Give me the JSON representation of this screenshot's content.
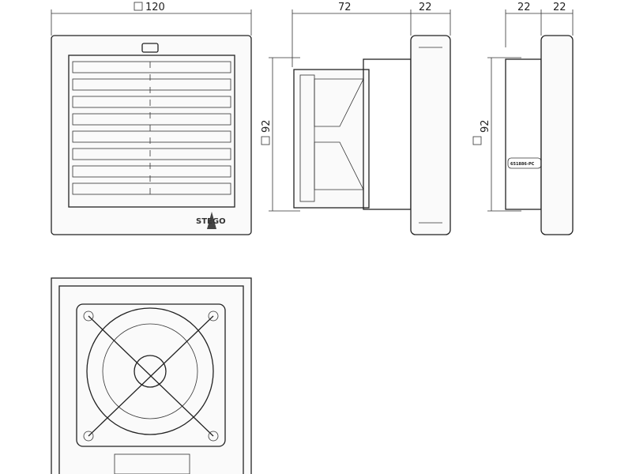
{
  "front_view": {
    "width_label": "120",
    "logo": "STEGO"
  },
  "side_view": {
    "depth_label": "72",
    "cover_depth_label": "22",
    "height_label": "92"
  },
  "end_view": {
    "depth_left_label": "22",
    "depth_right_label": "22",
    "height_label": "92",
    "part_label": "651886-PC"
  },
  "square_symbol": "□"
}
